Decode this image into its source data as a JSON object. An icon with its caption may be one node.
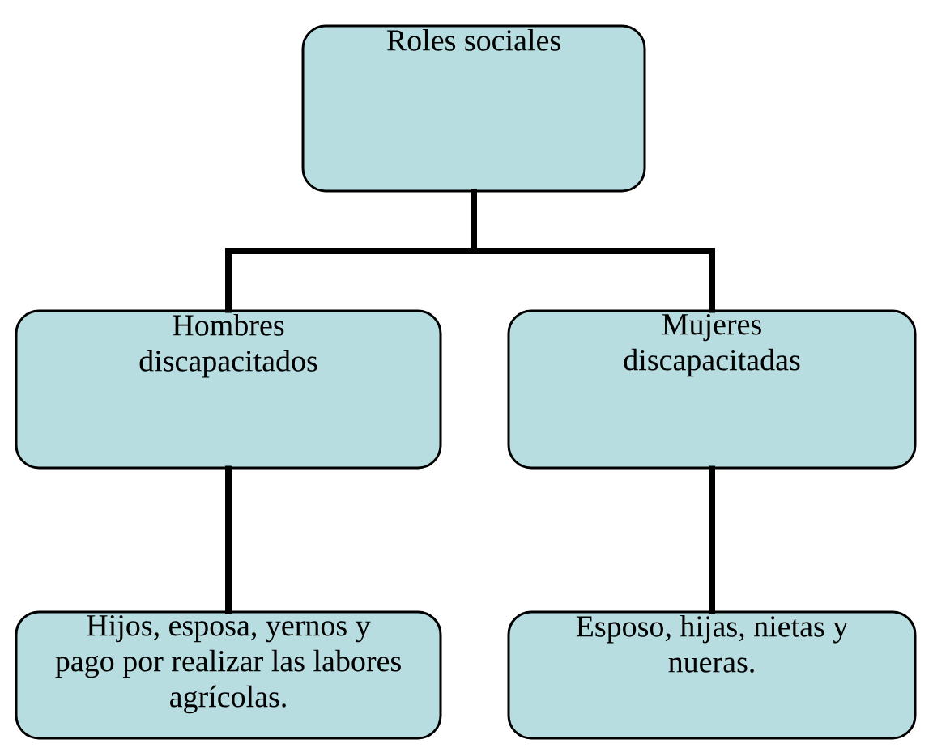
{
  "diagram": {
    "nodes": [
      {
        "text": [
          "Roles sociales"
        ]
      },
      {
        "text": [
          "Hombres discapacitados"
        ]
      },
      {
        "text": [
          "Mujeres discapacitadas"
        ]
      },
      {
        "text": [
          "Hijos, esposa, yernos y pago por realizar las labores agrícolas."
        ]
      },
      {
        "text": [
          "Esposo, hijas, nietas y nueras."
        ]
      }
    ],
    "edges": [
      {
        "from": 0,
        "to": 1,
        "arrow": "none"
      },
      {
        "from": 0,
        "to": 2,
        "arrow": "none"
      },
      {
        "from": 1,
        "to": 3,
        "arrow": "none"
      },
      {
        "from": 2,
        "to": 4,
        "arrow": "none"
      }
    ]
  }
}
